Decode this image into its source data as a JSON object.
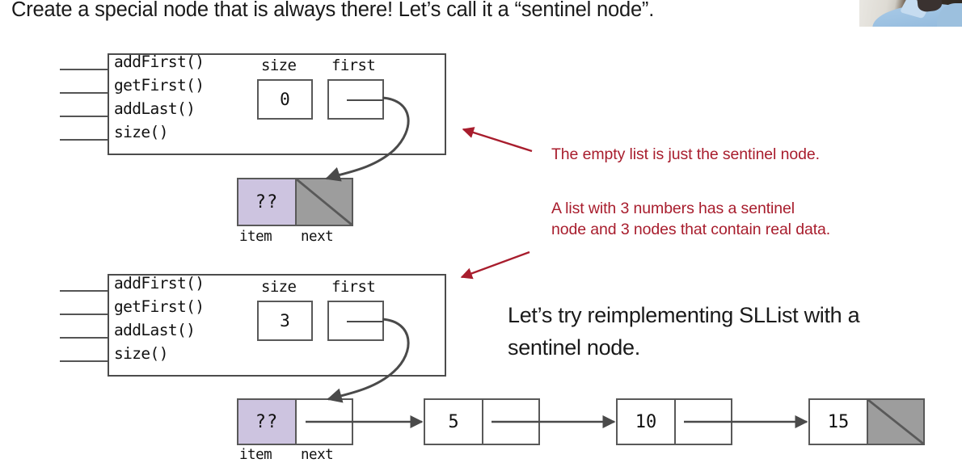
{
  "slide": {
    "headline": "Create a special node that is always there! Let’s call it a “sentinel node”.",
    "background_color": "#ffffff"
  },
  "webcam": {
    "name": "presenter-webcam-thumbnail",
    "description": "presenter in light blue shirt"
  },
  "colors": {
    "sentinel_item_fill": "#cdc4e0",
    "null_pointer_fill": "#9d9d9d",
    "annotation_red": "#a81d2d",
    "stroke": "#595959",
    "text": "#111111"
  },
  "empty_list": {
    "box_name": "sllist-object-empty",
    "methods": [
      "addFirst()",
      "getFirst()",
      "addLast()",
      "size()"
    ],
    "fields": [
      {
        "label": "size",
        "value": "0"
      },
      {
        "label": "first",
        "value": ""
      }
    ],
    "sentinel_node": {
      "item_value": "??",
      "item_label": "item",
      "next_label": "next",
      "next_is_null": true
    }
  },
  "three_item_list": {
    "box_name": "sllist-object-three",
    "methods": [
      "addFirst()",
      "getFirst()",
      "addLast()",
      "size()"
    ],
    "fields": [
      {
        "label": "size",
        "value": "3"
      },
      {
        "label": "first",
        "value": ""
      }
    ],
    "sentinel_node": {
      "item_value": "??",
      "item_label": "item",
      "next_label": "next",
      "next_is_null": false
    },
    "data_nodes": [
      {
        "value": "5",
        "next_is_null": false
      },
      {
        "value": "10",
        "next_is_null": false
      },
      {
        "value": "15",
        "next_is_null": true
      }
    ]
  },
  "annotations": {
    "empty_list_note": "The empty list is just the sentinel node.",
    "three_node_note": "A list with 3 numbers has a sentinel\nnode and 3 nodes that contain real data.",
    "closing_note": "Let’s try reimplementing SLList with a\nsentinel node."
  }
}
